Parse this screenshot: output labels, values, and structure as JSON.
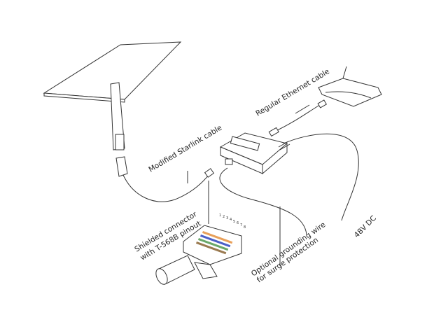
{
  "labels": {
    "starlink_cable": "Modified Starlink cable",
    "ethernet_cable": "Regular Ethernet cable",
    "connector_line1": "Shielded connector",
    "connector_line2": "with T-568B pinout",
    "grounding_line1": "Optional grounding wire",
    "grounding_line2": "for surge protection",
    "power": "48V DC"
  },
  "pins": [
    "1",
    "2",
    "3",
    "4",
    "5",
    "6",
    "7",
    "8"
  ],
  "colors": {
    "line": "#333333",
    "wire_orange": "#e8a05a",
    "wire_blue": "#4a5fc8",
    "wire_green": "#6aa86a",
    "wire_brown": "#9a7a50"
  }
}
